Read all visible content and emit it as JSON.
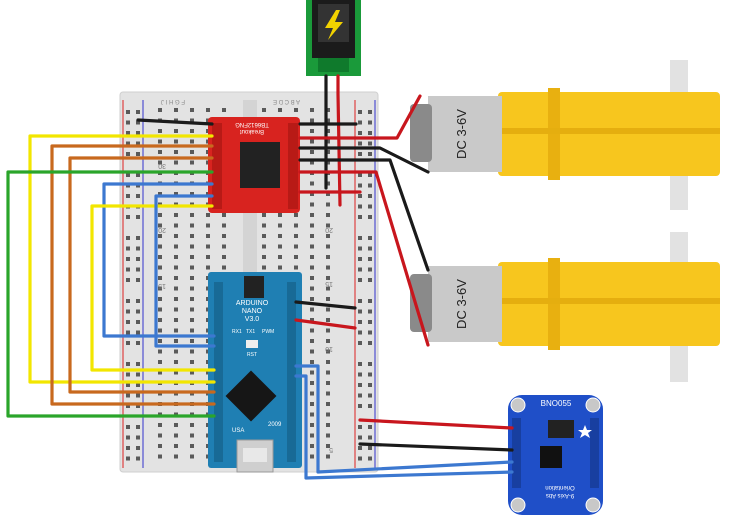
{
  "breadboard": {
    "header_text": "F G H I J",
    "header_text_right": "A B C D E",
    "row_numbers": [
      "5",
      "10",
      "15",
      "20",
      "25",
      "30"
    ]
  },
  "motor_driver": {
    "name": "TB6612FNG",
    "subtitle": "Breakout"
  },
  "arduino": {
    "name_line1": "ARDUINO",
    "name_line2": "NANO",
    "name_line3": "V3.0",
    "rst_label": "RST",
    "usa_label": "USA",
    "year_label": "2009",
    "top_pin_labels": [
      "RX1",
      "TX1",
      "PWM"
    ]
  },
  "motors": [
    {
      "label": "DC 3-6V"
    },
    {
      "label": "DC 3-6V"
    }
  ],
  "sensor": {
    "name": "BNO055",
    "line2": "9-Axis Abs",
    "line3": "Orientation"
  },
  "colors": {
    "wire_red": "#c8161d",
    "wire_black": "#1a1a1a",
    "wire_yellow": "#f2e600",
    "wire_orange": "#c8691e",
    "wire_green": "#2aa52a",
    "wire_blue": "#3c78d0",
    "arduino_board": "#1f7fb3",
    "driver_board": "#d8231f",
    "sensor_board": "#1f4fc8",
    "motor_yellow": "#f7c61e",
    "jack_green": "#1a9a3a"
  }
}
